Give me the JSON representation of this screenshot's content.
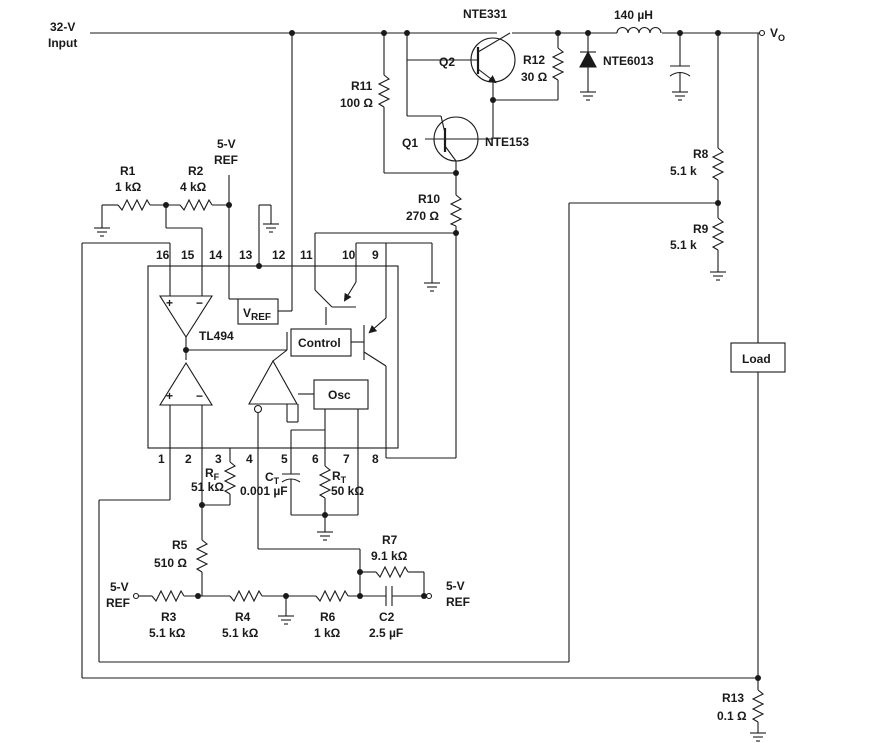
{
  "labels": {
    "input_top": "32-V",
    "input_bot": "Input",
    "vo_main": "V",
    "vo_sub": "O",
    "q2": "Q2",
    "nte331": "NTE331",
    "inductor": "140 µH",
    "r12": "R12",
    "r12_val": "30 Ω",
    "nte6013": "NTE6013",
    "r11": "R11",
    "r11_val": "100 Ω",
    "q1": "Q1",
    "nte153": "NTE153",
    "r8": "R8",
    "r8_val": "5.1 k",
    "r10": "R10",
    "r10_val": "270 Ω",
    "r9": "R9",
    "r9_val": "5.1 k",
    "ref5v_top_a": "5-V",
    "ref5v_top_b": "REF",
    "r1": "R1",
    "r1_val": "1 kΩ",
    "r2": "R2",
    "r2_val": "4 kΩ",
    "pin16": "16",
    "pin15": "15",
    "pin14": "14",
    "pin13": "13",
    "pin12": "12",
    "pin11": "11",
    "pin10": "10",
    "pin9": "9",
    "pin1": "1",
    "pin2": "2",
    "pin3": "3",
    "pin4": "4",
    "pin5": "5",
    "pin6": "6",
    "pin7": "7",
    "pin8": "8",
    "vref_main": "V",
    "vref_sub": "REF",
    "tl494": "TL494",
    "control": "Control",
    "osc": "Osc",
    "load": "Load",
    "rf": "R",
    "rf_sub": "F",
    "rf_val": "51 kΩ",
    "ct": "C",
    "ct_sub": "T",
    "ct_val": "0.001 µF",
    "rt": "R",
    "rt_sub": "T",
    "rt_val": "50 kΩ",
    "r5": "R5",
    "r5_val": "510 Ω",
    "r7": "R7",
    "r7_val": "9.1 kΩ",
    "ref5v_left_a": "5-V",
    "ref5v_left_b": "REF",
    "ref5v_right_a": "5-V",
    "ref5v_right_b": "REF",
    "r3": "R3",
    "r3_val": "5.1 kΩ",
    "r4": "R4",
    "r4_val": "5.1 kΩ",
    "r6": "R6",
    "r6_val": "1 kΩ",
    "c2": "C2",
    "c2_val": "2.5 µF",
    "r13": "R13",
    "r13_val": "0.1 Ω",
    "plus": "+",
    "minus": "−"
  }
}
